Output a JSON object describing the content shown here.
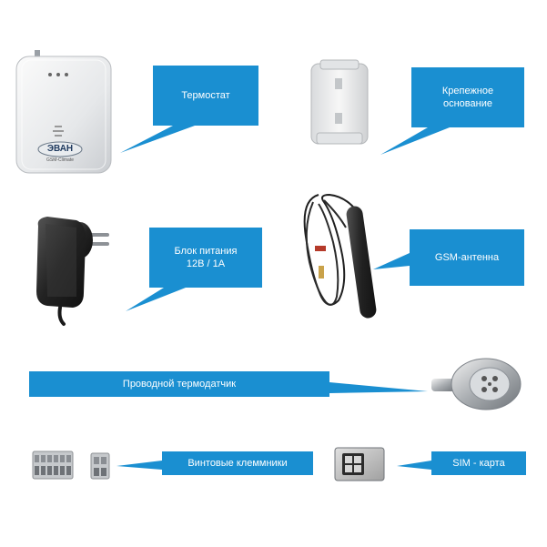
{
  "colors": {
    "accent": "#1a8fd1",
    "background": "#ffffff"
  },
  "items": [
    {
      "label": "Термостат",
      "icon": "gsm-thermostat-device-icon"
    },
    {
      "label": "Крепежное\nоснование",
      "icon": "mounting-base-icon"
    },
    {
      "label": "Блок питания\n12В / 1А",
      "icon": "power-adapter-icon"
    },
    {
      "label": "GSM-антенна",
      "icon": "gsm-antenna-icon"
    },
    {
      "label": "Проводной термодатчик",
      "icon": "wired-temperature-sensor-icon"
    },
    {
      "label": "Винтовые клеммники",
      "icon": "screw-terminal-block-icon"
    },
    {
      "label": "SIM - карта",
      "icon": "sim-card-icon"
    }
  ],
  "device": {
    "logo_text": "ЭВАН",
    "model_text": "GSM-Climate"
  }
}
